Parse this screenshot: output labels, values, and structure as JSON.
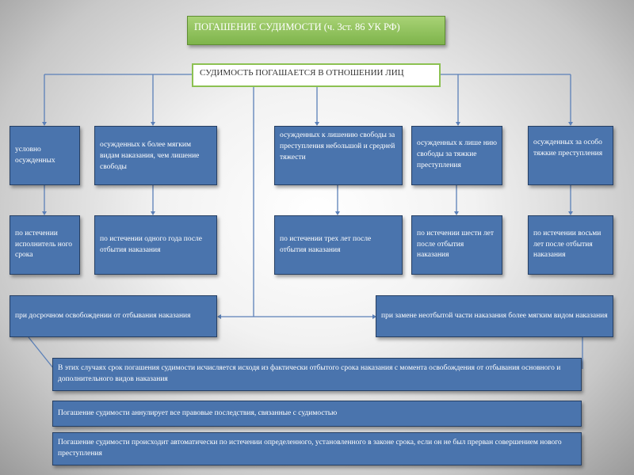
{
  "title": "ПОГАШЕНИЕ СУДИМОСТИ (ч. 3ст. 86 УК РФ)",
  "subtitle": "СУДИМОСТЬ ПОГАШАЕТСЯ В ОТНОШЕНИИ ЛИЦ",
  "categories": [
    {
      "label": "условно осужденных",
      "term": "по истечении исполнитель ного срока"
    },
    {
      "label": "осужденных к более мягким видам наказания, чем лишение свободы",
      "term": "по истечении одного года после отбытия наказания"
    },
    {
      "label": "осужденных к лишению свободы за преступления небольшой и средней тяжести",
      "term": "по истечении трех лет после отбытия наказания"
    },
    {
      "label": "осужденных к лише нию свободы за тяжкие преступления",
      "term": "по истечении шести лет после отбытия наказания"
    },
    {
      "label": "осужденных за особо тяжкие преступления",
      "term": "по истечении восьми лет после отбытия наказания"
    }
  ],
  "special_cases": {
    "early_release": "при досрочном освобождении от отбывания наказания",
    "replacement": "при замене неотбытой части наказания более мягким видом наказания"
  },
  "notes": [
    "В этих случаях срок погашения судимости исчисляется исходя из фактически отбытого срока наказания с момента освобождения от отбывания основного и дополнительного видов наказания",
    "Погашение судимости аннулирует все правовые последствия, связанные с судимостью",
    "Погашение судимости происходит автоматически по истечении определенного, установленного в законе срока, если он не был прерван совершением нового преступления"
  ]
}
